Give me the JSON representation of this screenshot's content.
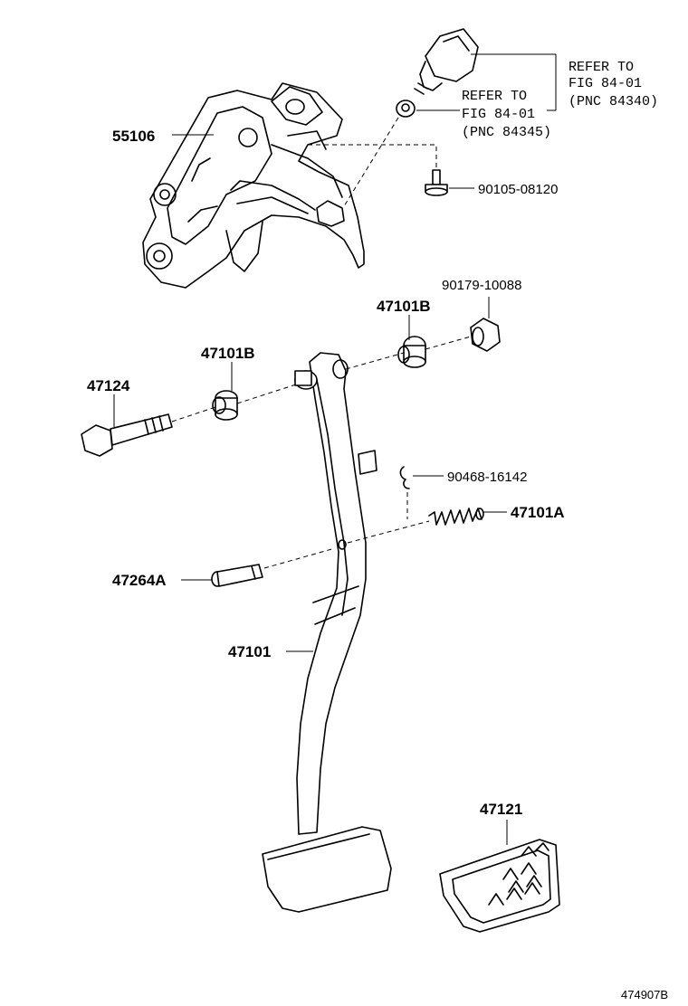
{
  "labels": {
    "bracket": "55106",
    "bolt_90105": "90105-08120",
    "ref1_line1": "REFER TO",
    "ref1_line2": "FIG 84-01",
    "ref1_line3": "(PNC 84340)",
    "ref2_line1": "REFER TO",
    "ref2_line2": "FIG 84-01",
    "ref2_line3": "(PNC 84345)",
    "nut_90179": "90179-10088",
    "bushing_right": "47101B",
    "bushing_left": "47101B",
    "bolt_47124": "47124",
    "clip_90468": "90468-16142",
    "spring_47101A": "47101A",
    "pin_47264A": "47264A",
    "pedal_arm": "47101",
    "pedal_pad": "47121"
  },
  "footer": {
    "code": "474907B"
  }
}
